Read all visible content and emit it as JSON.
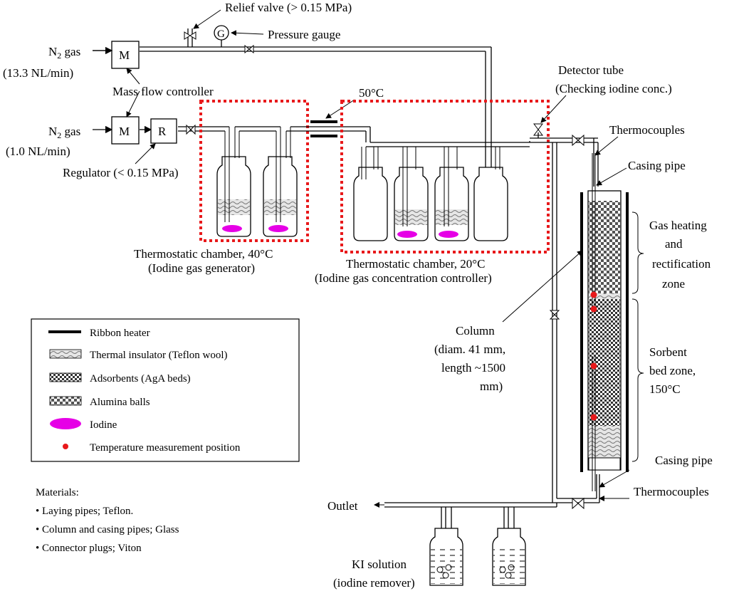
{
  "labels": {
    "relief_valve": "Relief valve (> 0.15 MPa)",
    "pressure_gauge": "Pressure gauge",
    "gauge_symbol": "G",
    "n2_gas_1": "N",
    "n2_sub": "2",
    "n2_gas_word": " gas",
    "n2_flow_1": "(13.3 NL/min)",
    "n2_flow_2": "(1.0 NL/min)",
    "mfc_symbol": "M",
    "mass_flow_controller": "Mass flow controller",
    "regulator_symbol": "R",
    "regulator": "Regulator (< 0.15 MPa)",
    "temp_50": "50°C",
    "chamber_40_line1": "Thermostatic chamber, 40°C",
    "chamber_40_line2": "(Iodine gas generator)",
    "chamber_20_line1": "Thermostatic chamber, 20°C",
    "chamber_20_line2": "(Iodine gas concentration controller)",
    "detector_line1": "Detector tube",
    "detector_line2": "(Checking iodine conc.)",
    "thermocouples_top": "Thermocouples",
    "casing_pipe_top": "Casing pipe",
    "gas_heating_1": "Gas heating",
    "gas_heating_2": "and",
    "gas_heating_3": "rectification",
    "gas_heating_4": "zone",
    "column_1": "Column",
    "column_2": "(diam. 41 mm,",
    "column_3": "length ~1500",
    "column_4": "mm)",
    "sorbent_1": "Sorbent",
    "sorbent_2": "bed zone,",
    "sorbent_3": "150°C",
    "casing_pipe_bottom": "Casing pipe",
    "thermocouples_bottom": "Thermocouples",
    "outlet": "Outlet",
    "ki_1": "KI solution",
    "ki_2": "(iodine remover)"
  },
  "legend": {
    "items": [
      "Ribbon heater",
      "Thermal insulator (Teflon wool)",
      "Adsorbents (AgA beds)",
      "Alumina balls",
      "Iodine",
      "Temperature measurement position"
    ]
  },
  "materials": {
    "title": "Materials:",
    "items": [
      "• Laying pipes; Teflon.",
      "• Column and casing pipes; Glass",
      "• Connector plugs; Viton"
    ]
  },
  "colors": {
    "chamber_border": "#e8191b",
    "iodine": "#e600e6",
    "temp_point": "#e8191b"
  }
}
